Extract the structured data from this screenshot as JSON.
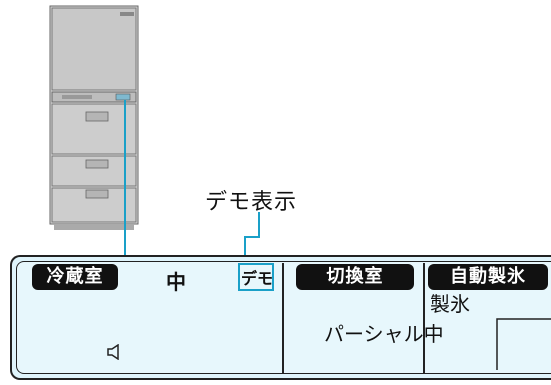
{
  "callout": {
    "label": "デモ表示"
  },
  "panel": {
    "fridge_badge": "冷蔵室",
    "fridge_level": "中",
    "demo_indicator": "デモ",
    "switch_badge": "切換室",
    "switch_mode": "パーシャル中",
    "ice_badge": "自動製氷",
    "ice_status": "製氷"
  },
  "colors": {
    "accent": "#1aa0c8",
    "panel_bg": "#dff4fb"
  }
}
